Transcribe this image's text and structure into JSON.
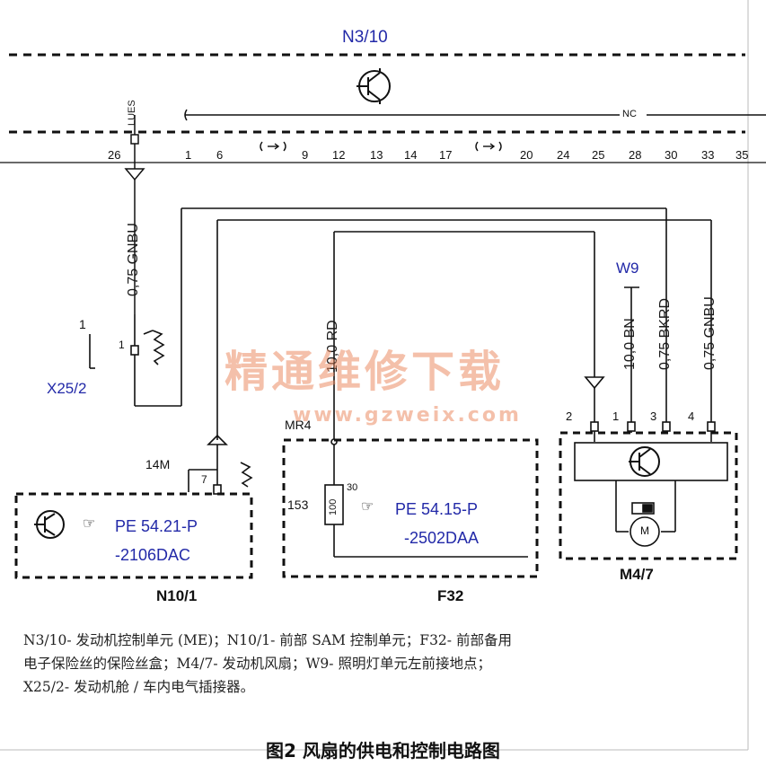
{
  "components": {
    "engine_ecu": "N3/10",
    "sam": "N10/1",
    "fuse_box": "F32",
    "fan": "M4/7",
    "ground": "W9",
    "connector": "X25/2"
  },
  "ecu_pins": [
    "26",
    "1",
    "6",
    "9",
    "12",
    "13",
    "14",
    "17",
    "20",
    "24",
    "25",
    "28",
    "30",
    "33",
    "35"
  ],
  "ecu_misc": {
    "nc": "NC",
    "lues": "LUES"
  },
  "wires": {
    "gnbu_left": "0,75 GNBU",
    "rd": "10,0 RD",
    "bn": "10,0 BN",
    "bkrd": "0,75 BKRD",
    "gnbu_right": "0,75 GNBU"
  },
  "connector_pins": {
    "x25_outer": "1",
    "x25_inner": "1",
    "sam_pin": "7",
    "sam_conn": "14M",
    "mr4": "MR4"
  },
  "fuse": {
    "pin_153": "153",
    "pin_30": "30",
    "rating": "100"
  },
  "fan_pins": [
    "2",
    "1",
    "3",
    "4"
  ],
  "refs": {
    "sam_ref_line1": "PE 54.21-P",
    "sam_ref_line2": "-2106DAC",
    "fuse_ref_line1": "PE 54.15-P",
    "fuse_ref_line2": "-2502DAA"
  },
  "caption": {
    "line1": "N3/10- 发动机控制单元 (ME)；N10/1- 前部 SAM 控制单元；F32- 前部备用",
    "line2": "电子保险丝的保险丝盒；M4/7- 发动机风扇；W9- 照明灯单元左前接地点；",
    "line3": "X25/2- 发动机舱 / 车内电气插接器。"
  },
  "figure_title": "图2 风扇的供电和控制电路图",
  "watermark": {
    "cn": "精通维修下载",
    "url": "www.gzweix.com"
  }
}
